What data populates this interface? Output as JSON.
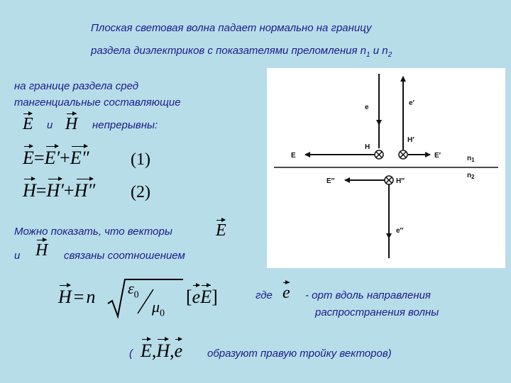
{
  "heading": {
    "line1": "Плоская световая волна падает нормально на границу",
    "line2_prefix": "раздела диэлектриков с показателями преломления",
    "n1": "n",
    "n1_sub": "1",
    "and": "и",
    "n2": "n",
    "n2_sub": "2"
  },
  "left": {
    "line1": "на границе раздела сред",
    "line2": "тангенциальные составляющие",
    "vec_e": "E",
    "and": "и",
    "vec_h": "H",
    "continuous": "непрерывны:"
  },
  "eq1": {
    "lhs": "E",
    "eq": "=",
    "t1": "E′",
    "plus": "+",
    "t2": "E″",
    "num": "(1)"
  },
  "eq2": {
    "lhs": "H",
    "eq": "=",
    "t1": "H′",
    "plus": "+",
    "t2": "H″",
    "num": "(2)"
  },
  "relation": {
    "line1": "Можно показать, что векторы",
    "vec_e": "E",
    "and": "и",
    "vec_h": "H",
    "line2": "связаны соотношением"
  },
  "formula": {
    "h": "H",
    "eq": "=",
    "n": "n",
    "eps": "ε",
    "eps_sub": "0",
    "mu": "μ",
    "mu_sub": "0",
    "bracket_open": "[",
    "e": "e",
    "E": "E",
    "bracket_close": "]"
  },
  "where": {
    "label": "где",
    "e": "e",
    "text1": "- орт вдоль направления",
    "text2": "распространения волны"
  },
  "triple": {
    "open": "(",
    "v1": "E",
    "c1": ",",
    "v2": "H",
    "c2": ",",
    "v3": "e",
    "text": "образуют правую тройку векторов)"
  },
  "diagram": {
    "e_label": "E",
    "h_label": "H",
    "e1_label": "E′",
    "h1_label": "H′",
    "e2_label": "E″",
    "h2_label": "H″",
    "v_label": "e",
    "v1_label": "e′",
    "v2_label": "e″",
    "n1_label": "n",
    "n1_sub": "1",
    "n2_label": "n",
    "n2_sub": "2"
  }
}
